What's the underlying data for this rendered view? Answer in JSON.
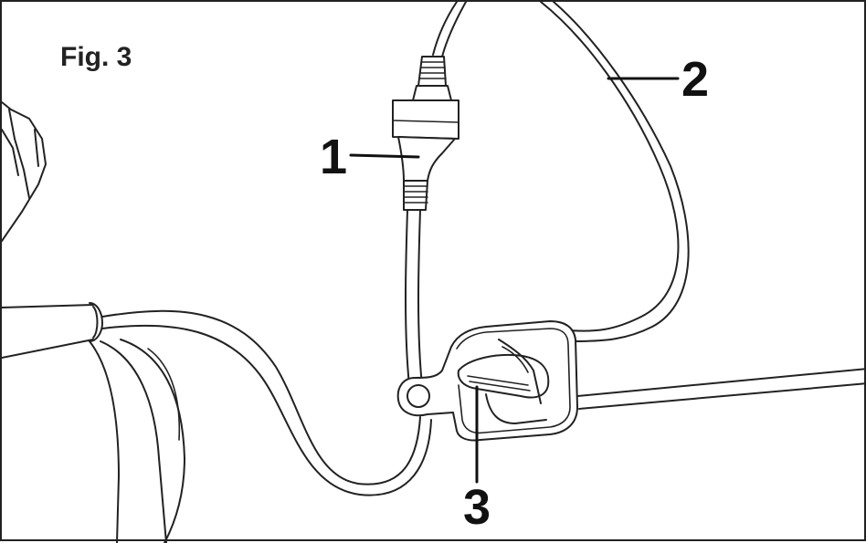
{
  "figure": {
    "label": "Fig. 3"
  },
  "callouts": [
    {
      "number": "1",
      "part": "plug-connector"
    },
    {
      "number": "2",
      "part": "extension-cable"
    },
    {
      "number": "3",
      "part": "cable-strain-relief-hook"
    }
  ],
  "colors": {
    "line": "#222222",
    "background": "#ffffff"
  }
}
